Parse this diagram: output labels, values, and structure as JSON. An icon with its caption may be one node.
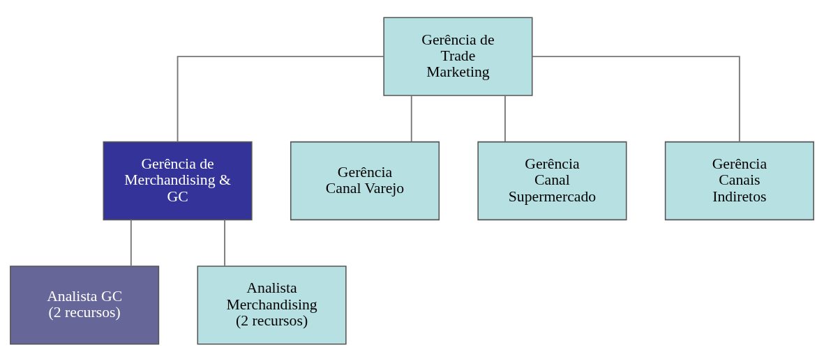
{
  "diagram": {
    "nodes": [
      {
        "text": [
          "Gerência de Trade Marketing"
        ]
      },
      {
        "text": [
          "Gerência de Merchandising & GC"
        ]
      },
      {
        "text": [
          "Gerência Canal Varejo"
        ]
      },
      {
        "text": [
          "Gerência Canal Supermercado"
        ]
      },
      {
        "text": [
          "Gerência Canais Indiretos"
        ]
      },
      {
        "text": [
          "Analista GC (2 recursos)"
        ]
      },
      {
        "text": [
          "Analista Merchandising (2 recursos)"
        ]
      }
    ],
    "edges": [
      {
        "from": 0,
        "to": 1,
        "arrow": "none"
      },
      {
        "from": 0,
        "to": 2,
        "arrow": "none"
      },
      {
        "from": 0,
        "to": 3,
        "arrow": "none"
      },
      {
        "from": 0,
        "to": 4,
        "arrow": "none"
      },
      {
        "from": 1,
        "to": 5,
        "arrow": "none"
      },
      {
        "from": 1,
        "to": 6,
        "arrow": "none"
      }
    ]
  }
}
